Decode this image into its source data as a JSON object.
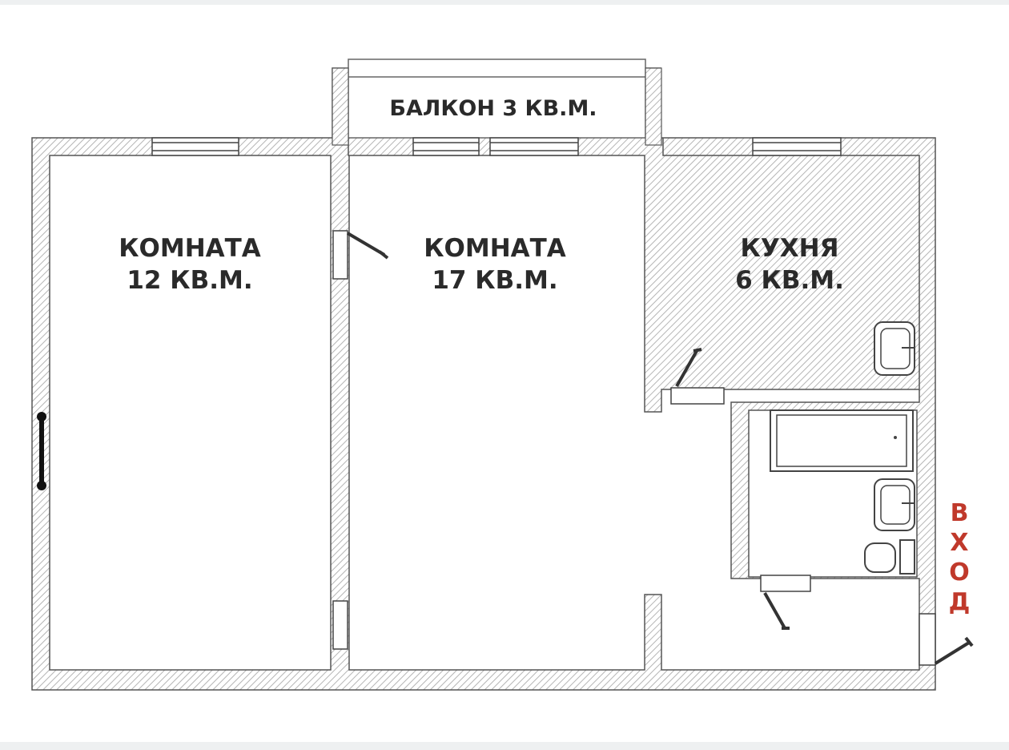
{
  "floor_plan": {
    "balcony": {
      "label": "БАЛКОН 3 КВ.М."
    },
    "rooms": [
      {
        "name": "КОМНАТА",
        "area": "12 КВ.М."
      },
      {
        "name": "КОМНАТА",
        "area": "17 КВ.М."
      },
      {
        "name": "КУХНЯ",
        "area": "6 КВ.М."
      }
    ],
    "entrance": {
      "letters": [
        "В",
        "Х",
        "О",
        "Д"
      ],
      "color": "#c0392b"
    }
  },
  "colors": {
    "wall_outline": "#555555",
    "wall_hatch": "#b5b5b5",
    "text": "#2a2a2a"
  }
}
